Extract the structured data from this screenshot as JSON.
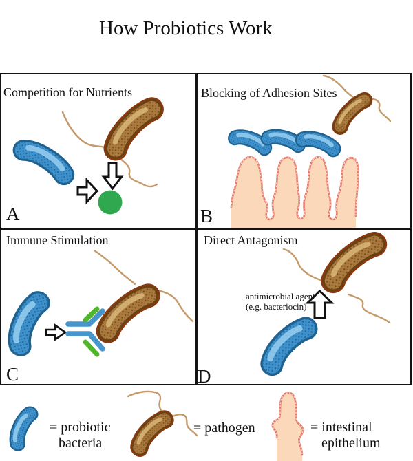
{
  "title": "How Probiotics Work",
  "panels": [
    {
      "letter": "A",
      "label": "Competition for Nutrients"
    },
    {
      "letter": "B",
      "label": "Blocking of Adhesion Sites"
    },
    {
      "letter": "C",
      "label": "Immune Stimulation"
    },
    {
      "letter": "D",
      "label": "Direct Antagonism",
      "annotation_line1": "antimicrobial agent",
      "annotation_line2": "(e.g. bacteriocin)"
    }
  ],
  "legend": {
    "items": [
      {
        "symbol": "probiotic-bacterium",
        "label_line1": "= probiotic",
        "label_line2": "bacteria"
      },
      {
        "symbol": "pathogen",
        "label_line1": "= pathogen",
        "label_line2": ""
      },
      {
        "symbol": "intestinal-villus",
        "label_line1": "= intestinal",
        "label_line2": "epithelium"
      }
    ]
  },
  "colors": {
    "probioticDeep": "#16446e",
    "probioticDark": "#1f628f",
    "probioticMid": "#3e93cf",
    "probioticLight": "#9ed3f2",
    "pathogenOutline": "#8a3a0e",
    "pathogenDark": "#6b4012",
    "pathogenMid": "#ab7a3e",
    "pathogenLight": "#dcbb7d",
    "flagella": "#c49a6a",
    "villiFill": "#fbd8ba",
    "villiBorder": "#e4796b",
    "villiBead": "#ffddcc",
    "nutrient": "#2fa84f",
    "antibodyBlue": "#4695cb",
    "antibodyGreen": "#4fb52b",
    "arrowOutline": "#111111"
  }
}
